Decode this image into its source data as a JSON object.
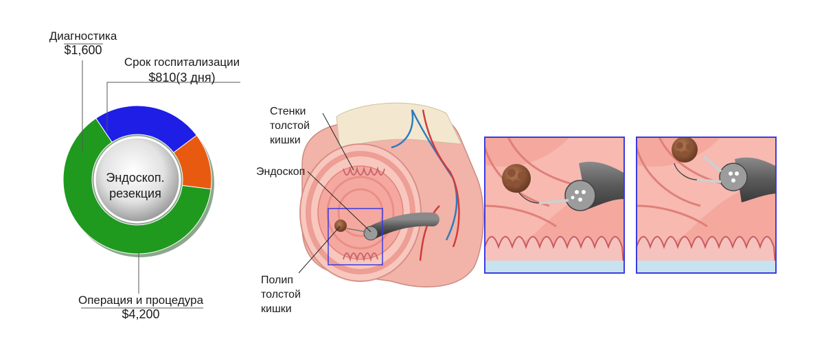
{
  "chart_data": {
    "type": "pie",
    "center_label": "Эндоскоп. резекция",
    "slices": [
      {
        "label": "Диагностика",
        "value": "$1,600",
        "amount": 1600,
        "color": "#1e1ee6"
      },
      {
        "label": "Срок госпитализации",
        "value": "$810(3 дня)",
        "amount": 810,
        "color": "#e85a10"
      },
      {
        "label": "Операция и процедура",
        "value": "$4,200",
        "amount": 4200,
        "color": "#1f9a1f"
      }
    ]
  },
  "annotations": {
    "walls": "Стенки\nтолстой\nкишки",
    "endoscope": "Эндоскоп",
    "polyp": "Полип\nтолстой\nкишки"
  }
}
